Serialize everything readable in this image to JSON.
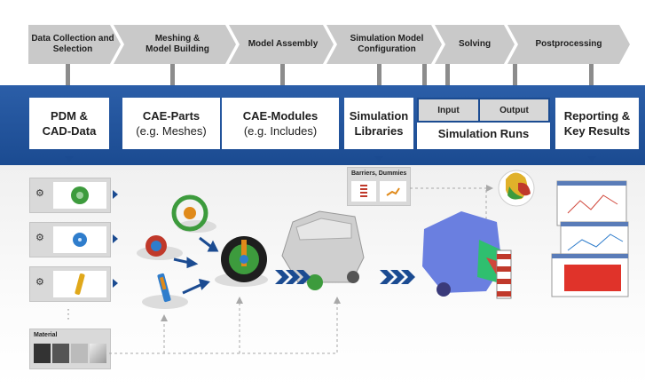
{
  "process_steps": [
    {
      "label_line1": "Data Collection and",
      "label_line2": "Selection"
    },
    {
      "label_line1": "Meshing &",
      "label_line2": "Model Building"
    },
    {
      "label_line1": "Model Assembly",
      "label_line2": ""
    },
    {
      "label_line1": "Simulation Model",
      "label_line2": "Configuration"
    },
    {
      "label_line1": "Solving",
      "label_line2": ""
    },
    {
      "label_line1": "Postprocessing",
      "label_line2": ""
    }
  ],
  "boxes": {
    "pdm": {
      "line1": "PDM &",
      "line2": "CAD-Data"
    },
    "cae_parts": {
      "line1": "CAE-Parts",
      "line2": "(e.g. Meshes)"
    },
    "cae_modules": {
      "line1": "CAE-Modules",
      "line2": "(e.g. Includes)"
    },
    "sim_libraries": {
      "line1": "Simulation",
      "line2": "Libraries"
    },
    "sim_runs": {
      "input": "Input",
      "output": "Output",
      "label": "Simulation Runs"
    },
    "reporting": {
      "line1": "Reporting &",
      "line2": "Key Results"
    }
  },
  "labels": {
    "barriers_dummies": "Barriers, Dummies",
    "material": "Material"
  },
  "colors": {
    "band_blue": "#1b4b91",
    "chevron_gray": "#c8c8c8",
    "arrow_gray": "#8c8c8c"
  },
  "icons": {
    "part_icon": "cad-part-icon",
    "flow_arrows": "chevron-triple-right-icon"
  }
}
